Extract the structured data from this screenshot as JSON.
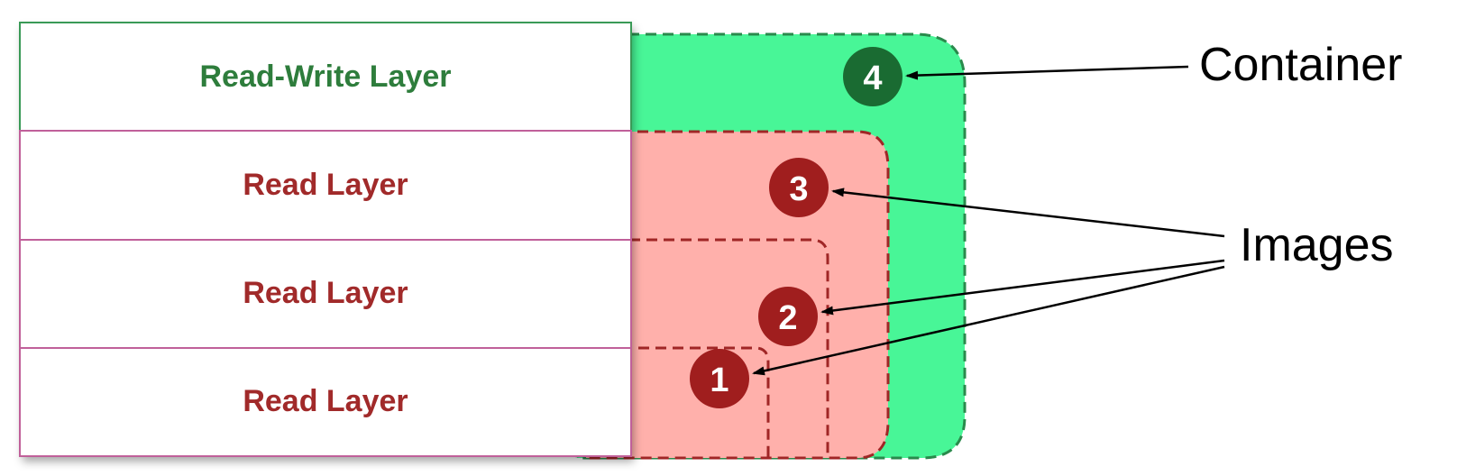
{
  "layers": [
    {
      "label": "Read-Write Layer",
      "color": "#2e7d3c",
      "border": "#3a9a57"
    },
    {
      "label": "Read Layer",
      "color": "#a12a2a",
      "border": "#c0609a"
    },
    {
      "label": "Read Layer",
      "color": "#a12a2a",
      "border": "#c0609a"
    },
    {
      "label": "Read Layer",
      "color": "#a12a2a",
      "border": "#c0609a"
    }
  ],
  "badges": {
    "container": "4",
    "image_3": "3",
    "image_2": "2",
    "image_1": "1"
  },
  "callouts": {
    "container": "Container",
    "images": "Images"
  },
  "colors": {
    "container_fill": "#48f697",
    "container_stroke": "#2a8a4c",
    "container_badge": "#1a6b32",
    "image_fill": "#ffb0ab",
    "image_stroke": "#a02626",
    "image_badge": "#a01e1e"
  }
}
